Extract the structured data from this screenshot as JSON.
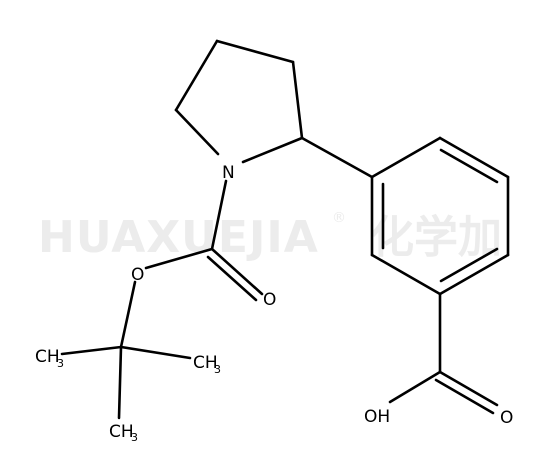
{
  "watermark": {
    "latin": "HUAXUEJIA",
    "registered": "®",
    "chinese": "化学加"
  },
  "atoms": {
    "nitrogen": "N",
    "carbonyl_oxygen": "O",
    "ester_oxygen": "O",
    "acid_hydroxyl": "OH",
    "acid_carbonyl_oxygen": "O",
    "methyl_left": {
      "main": "CH",
      "sub": "3"
    },
    "methyl_right": {
      "main": "CH",
      "sub": "3"
    },
    "methyl_bottom": {
      "main": "CH",
      "sub": "3"
    }
  },
  "colors": {
    "bond": "#000000",
    "watermark": "#ececec"
  }
}
